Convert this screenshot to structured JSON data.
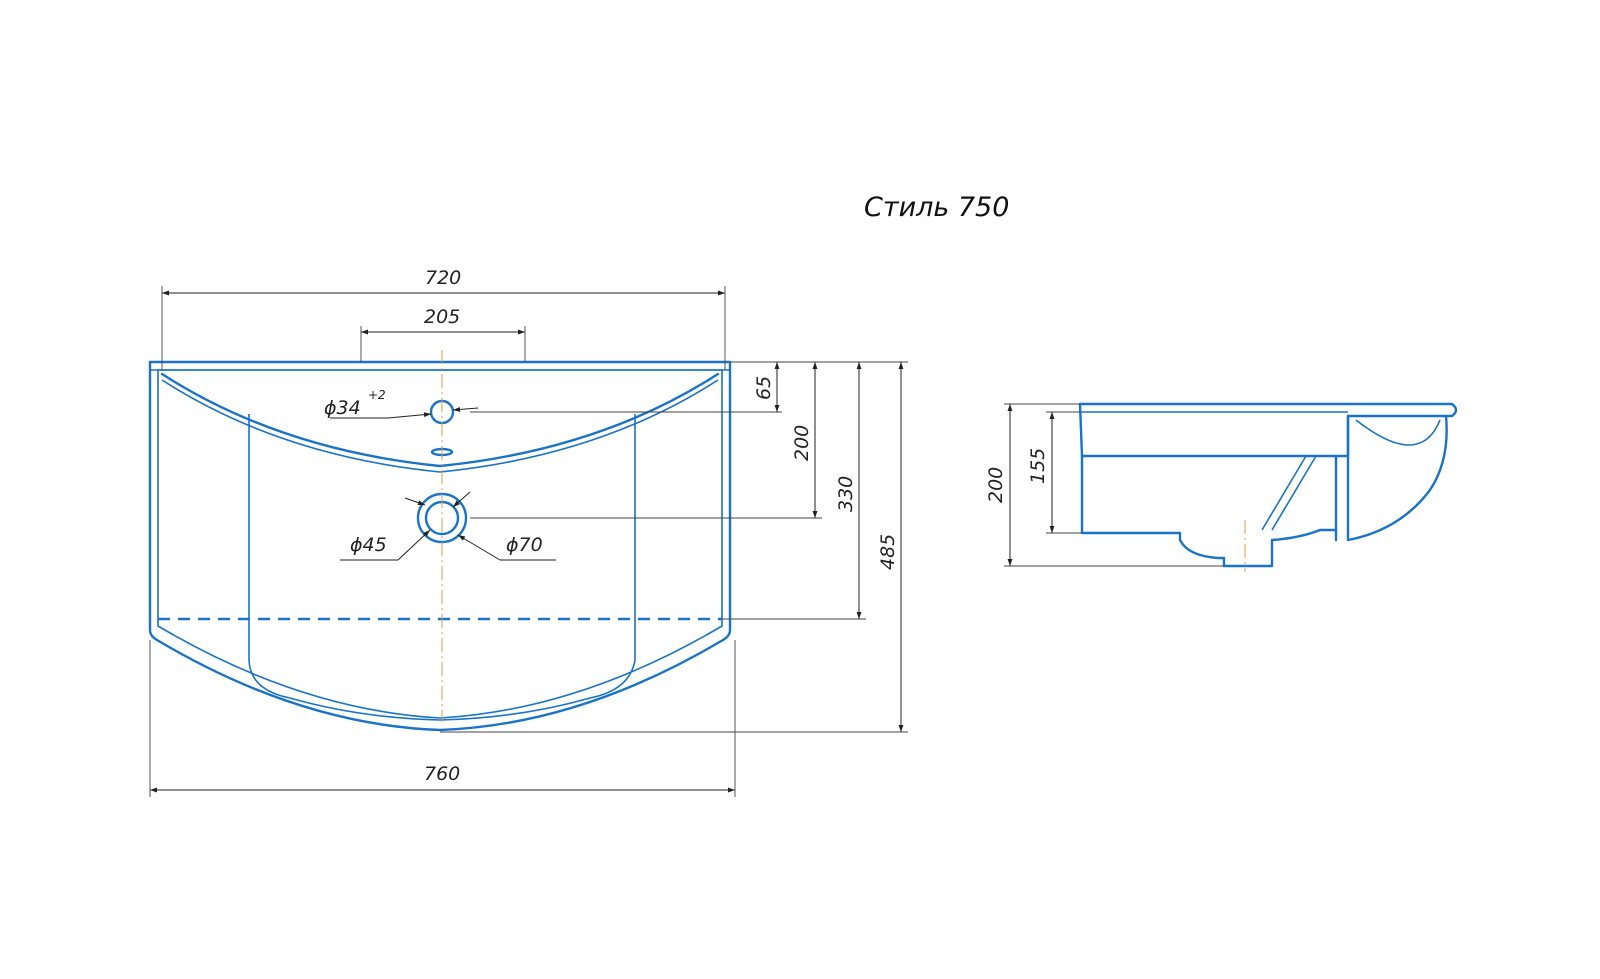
{
  "title": "Стиль 750",
  "top_view": {
    "dim_top_width": "720",
    "dim_tap_span": "205",
    "dim_tap_hole": "ϕ34",
    "dim_tap_hole_tol": "+2",
    "dim_tap_offset": "65",
    "dim_drain_offset": "200",
    "dim_hidden_depth": "330",
    "dim_total_depth": "485",
    "dim_drain_inner": "ϕ45",
    "dim_drain_outer": "ϕ70",
    "dim_bottom_width": "760"
  },
  "side_view": {
    "dim_total_height": "200",
    "dim_bowl_height": "155"
  },
  "colors": {
    "outline": "#1a73c7",
    "dimension": "#222222",
    "centerline": "#d9a24a"
  }
}
